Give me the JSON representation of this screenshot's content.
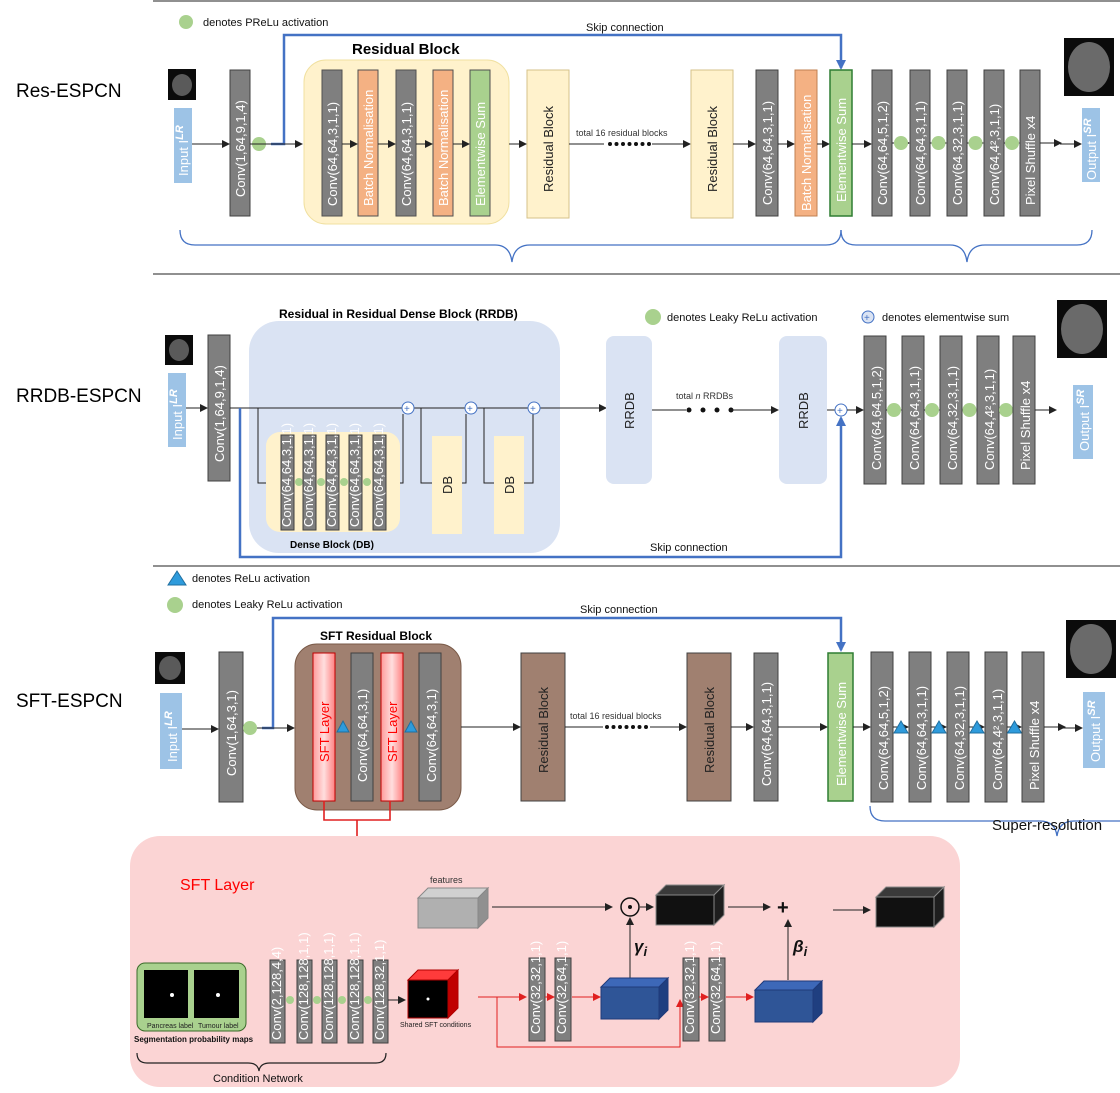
{
  "rows": {
    "res": {
      "label": "Res-ESPCN",
      "legend": "denotes PReLu activation",
      "skip": "Skip connection",
      "block_title": "Residual Block",
      "input": "Input I",
      "input_sup": "LR",
      "output": "Output I",
      "output_sup": "SR",
      "conv_in": "Conv(1,64,9,1,4)",
      "rb_layers": [
        "Conv(64,64,3,1,1)",
        "Batch Normalisation",
        "Conv(64,64,3,1,1)",
        "Batch Normalisation",
        "Elementwise Sum"
      ],
      "residual_block": "Residual Block",
      "total": "total 16 residual blocks",
      "conv_mid": "Conv(64,64,3,1,1)",
      "bn_mid": "Batch Normalisation",
      "sum_mid": "Elementwise Sum",
      "tail": [
        "Conv(64,64,5,1,2)",
        "Conv(64,64,3,1,1)",
        "Conv(64,32,3,1,1)",
        "Conv(64,4²,3,1,1)",
        "Pixel Shuffle x4"
      ]
    },
    "rrdb": {
      "label": "RRDB-ESPCN",
      "block_title": "Residual in Residual Dense Block (RRDB)",
      "legend_leaky": "denotes Leaky ReLu activation",
      "legend_sum": "denotes elementwise sum",
      "input": "Input I",
      "input_sup": "LR",
      "output": "Output I",
      "output_sup": "SR",
      "conv_in": "Conv(1,64,9,1,4)",
      "db_convs": [
        "Conv(64,64,3,1,1)",
        "Conv(64,64,3,1,1)",
        "Conv(64,64,3,1,1)",
        "Conv(64,64,3,1,1)",
        "Conv(64,64,3,1,1)"
      ],
      "db_label": "Dense Block (DB)",
      "db": "DB",
      "rrdb": "RRDB",
      "total_pre": "total ",
      "total_n": "n",
      "total_post": " RRDBs",
      "skip": "Skip connection",
      "tail": [
        "Conv(64,64,5,1,2)",
        "Conv(64,64,3,1,1)",
        "Conv(64,32,3,1,1)",
        "Conv(64,4²,3,1,1)",
        "Pixel Shuffle x4"
      ]
    },
    "sft": {
      "label": "SFT-ESPCN",
      "legend_relu": "denotes ReLu activation",
      "legend_leaky": "denotes Leaky ReLu activation",
      "skip": "Skip connection",
      "block_title": "SFT Residual Block",
      "input": "Input I",
      "input_sup": "LR",
      "output": "Output I",
      "output_sup": "SR",
      "conv_in": "Conv(1,64,3,1)",
      "sft_layer": "SFT Layer",
      "conv_block": "Conv(64,64,3,1)",
      "residual_block": "Residual Block",
      "total": "total 16 residual blocks",
      "conv_mid": "Conv(64,64,3,1,1)",
      "sum_mid": "Elementwise Sum",
      "tail": [
        "Conv(64,64,5,1,2)",
        "Conv(64,64,3,1,1)",
        "Conv(64,32,3,1,1)",
        "Conv(64,4²,3,1,1)",
        "Pixel Shuffle x4"
      ],
      "super_resolution": "Super-resolution"
    }
  },
  "sft_detail": {
    "title": "SFT Layer",
    "features": "features",
    "gamma": "γ",
    "gamma_sub": "i",
    "beta": "β",
    "beta_sub": "i",
    "odot": "⊙",
    "plus": "+",
    "pancreas": "Pancreas label",
    "tumour": "Tumour label",
    "seg_maps": "Segmentation probability maps",
    "cond_convs": [
      "Conv(2,128,4,4)",
      "Conv(128,128,1,1)",
      "Conv(128,128,1,1)",
      "Conv(128,128,1,1)",
      "Conv(128,32,1,1)"
    ],
    "shared": "Shared SFT conditions",
    "gamma_convs": [
      "Conv(32,32,1,1)",
      "Conv(32,64,1,1)"
    ],
    "beta_convs": [
      "Conv(32,32,1,1)",
      "Conv(32,64,1,1)"
    ],
    "condition_network": "Condition Network"
  },
  "colors": {
    "gray": "#7f7f7f",
    "orange": "#f4b183",
    "green_block": "#a9d18e",
    "yellow": "#fff2cc",
    "input_blue": "#9dc3e6",
    "skip_blue": "#4472c4",
    "rrdb_bg": "#dae3f3",
    "brown": "#a08070",
    "sft_red": "#ff6666",
    "pink_bg": "#fbd4d4",
    "act_green": "#a9d18e",
    "relu_blue": "#2e9bdc",
    "tensor_blue": "#2f5597"
  }
}
